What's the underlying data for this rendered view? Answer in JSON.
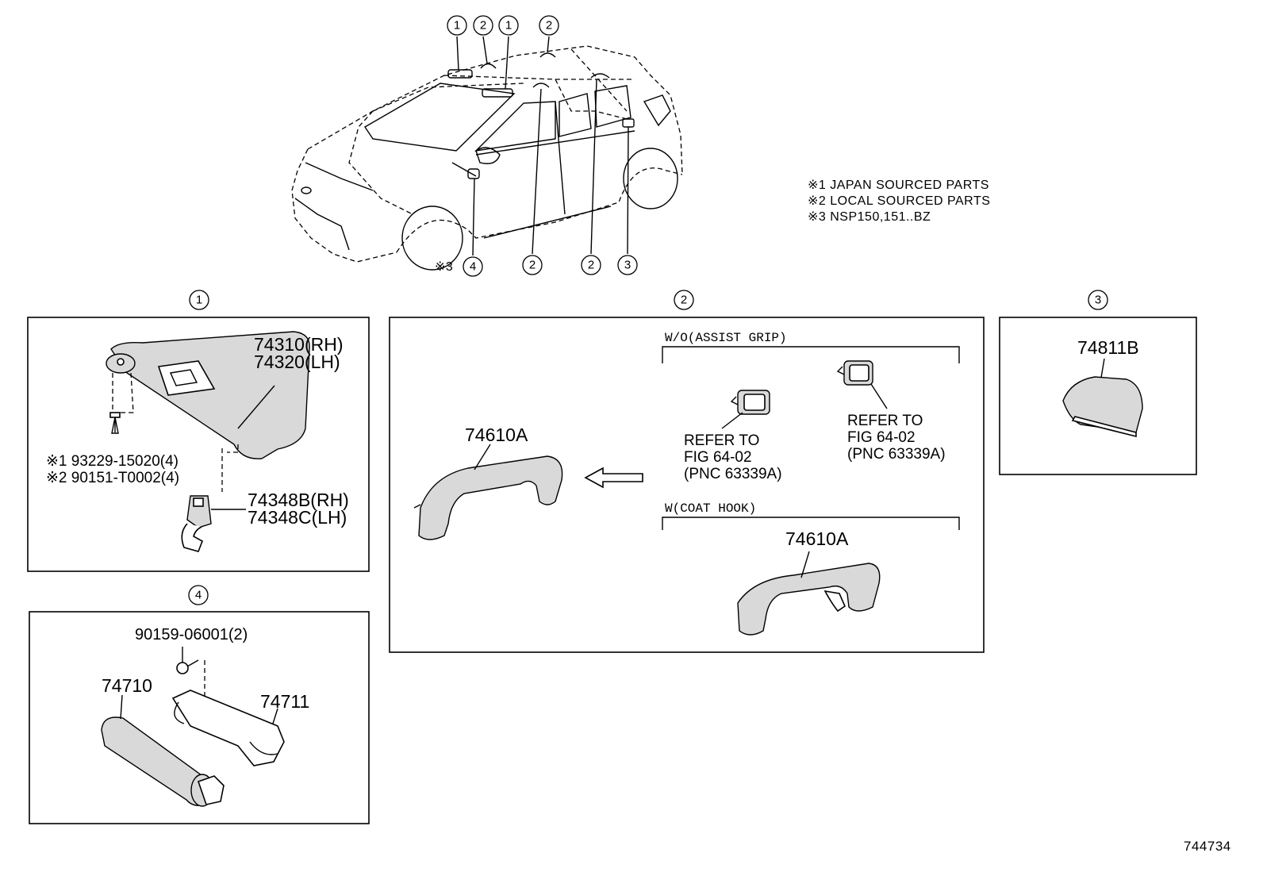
{
  "notes": [
    "※1 JAPAN SOURCED PARTS",
    "※2 LOCAL SOURCED PARTS",
    "※3 NSP150,151..BZ"
  ],
  "car_callouts": {
    "top": [
      "1",
      "2",
      "1",
      "2"
    ],
    "bottom": [
      "4",
      "2",
      "2",
      "3"
    ],
    "bottom_note": "※3"
  },
  "sections": {
    "s1": {
      "number": "1",
      "visor_pn_rh": "74310(RH)",
      "visor_pn_lh": "74320(LH)",
      "screw_pn_1": "※1 93229-15020(4)",
      "screw_pn_2": "※2 90151-T0002(4)",
      "holder_pn_rh": "74348B(RH)",
      "holder_pn_lh": "74348C(LH)"
    },
    "s2": {
      "number": "2",
      "grip_pn": "74610A",
      "wo_label": "W/O(ASSIST GRIP)",
      "refer1": [
        "REFER TO",
        "FIG 64-02",
        "(PNC 63339A)"
      ],
      "refer2": [
        "REFER TO",
        "FIG 64-02",
        "(PNC 63339A)"
      ],
      "w_label": "W(COAT HOOK)",
      "coat_grip_pn": "74610A"
    },
    "s3": {
      "number": "3",
      "pn": "74811B"
    },
    "s4": {
      "number": "4",
      "screw_pn": "90159-06001(2)",
      "grip_pn": "74710",
      "bracket_pn": "74711"
    }
  },
  "figure_id": "744734"
}
